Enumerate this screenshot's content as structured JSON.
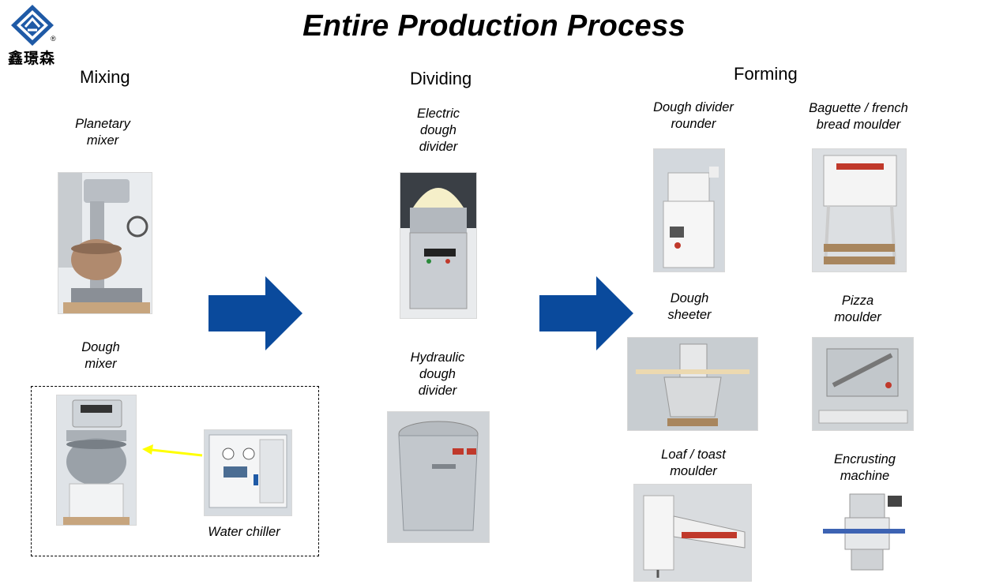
{
  "title": "Entire Production Process",
  "logo": {
    "caption": "鑫璟森",
    "registered": "®",
    "color": "#1f5aa6"
  },
  "sections": {
    "mixing": "Mixing",
    "dividing": "Dividing",
    "forming": "Forming"
  },
  "machines": {
    "planetary_mixer": "Planetary\nmixer",
    "dough_mixer": "Dough\nmixer",
    "water_chiller": "Water chiller",
    "electric_divider": "Electric\ndough\ndivider",
    "hydraulic_divider": "Hydraulic\ndough\ndivider",
    "divider_rounder": "Dough divider\nrounder",
    "baguette_moulder": "Baguette / french\nbread moulder",
    "dough_sheeter": "Dough\nsheeter",
    "pizza_moulder": "Pizza\nmoulder",
    "loaf_moulder": "Loaf / toast\nmoulder",
    "encrusting_machine": "Encrusting\nmachine"
  },
  "colors": {
    "arrow": "#0a4a9c",
    "connector_arrow": "#ffff00"
  }
}
